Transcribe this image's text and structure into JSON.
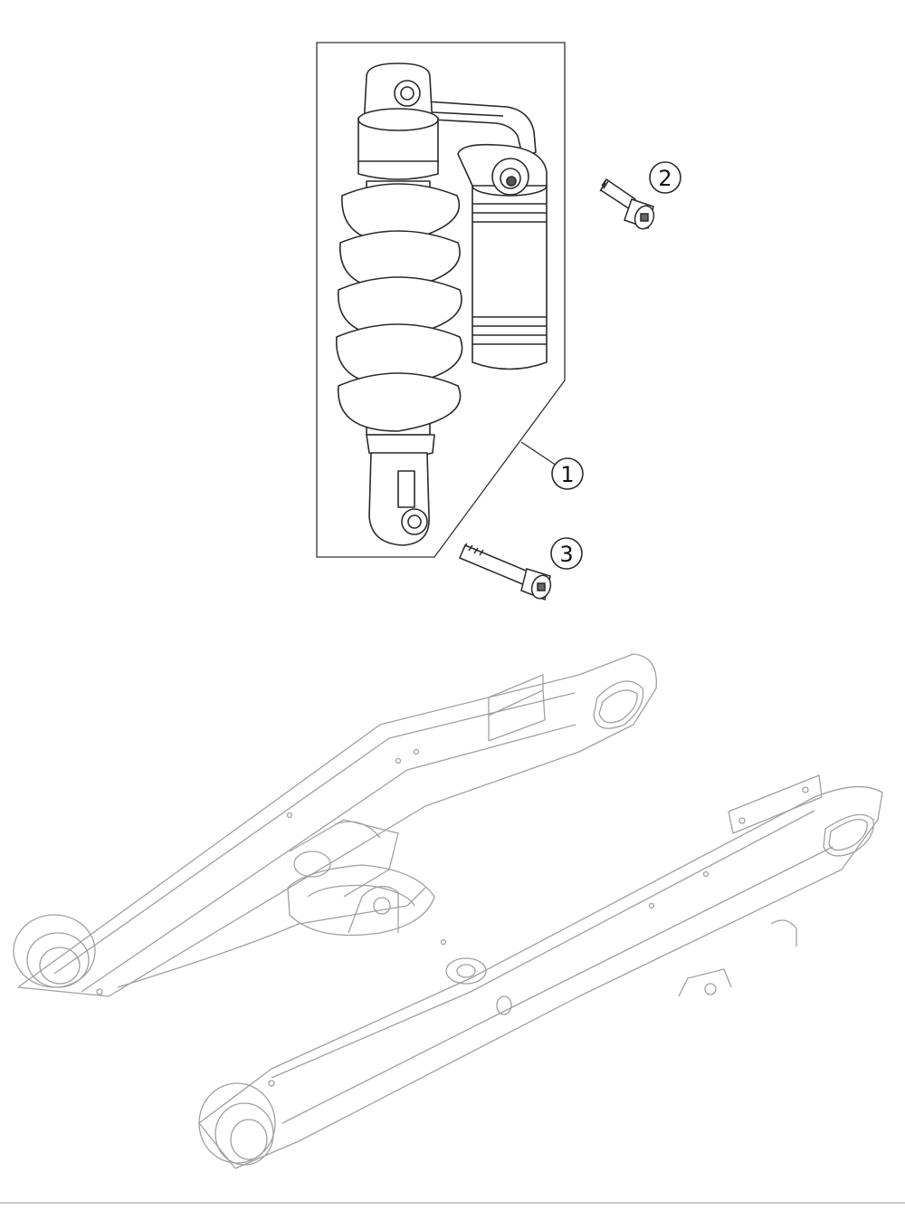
{
  "diagram": {
    "callouts": [
      {
        "id": "shock-absorber",
        "label": "1"
      },
      {
        "id": "upper-mounting-screw",
        "label": "2"
      },
      {
        "id": "lower-mounting-screw",
        "label": "3"
      }
    ],
    "line_color": "#2a2a2a",
    "faint_line_color": "#9a9a9a",
    "background": "#ffffff"
  }
}
